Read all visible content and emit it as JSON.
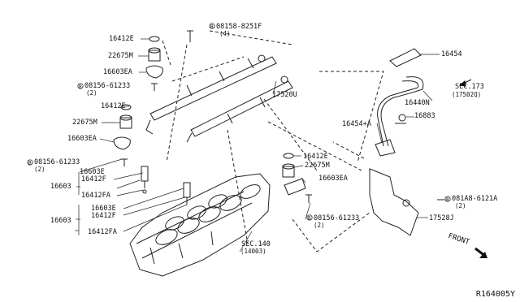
{
  "labels": {
    "l16412E_1": "16412E",
    "bolt_top_code": "08158-8251F",
    "bolt_top_qty": "(4)",
    "l22675M_1": "22675M",
    "l16603EA_1": "16603EA",
    "bolt_left_code": "08156-61233",
    "bolt_left_qty": "(2)",
    "l16412E_2": "16412E",
    "l22675M_2": "22675M",
    "l16603EA_2": "16603EA",
    "bolt_left2_code": "08156-61233",
    "bolt_left2_qty": "(2)",
    "l16603E_1": "16603E",
    "l16412F_1": "16412F",
    "l16603_1": "16603",
    "l16412FA_1": "16412FA",
    "l16603E_2": "16603E",
    "l16412F_2": "16412F",
    "l16603_2": "16603",
    "l16412FA_2": "16412FA",
    "l17520U": "17520U",
    "l16412E_3": "16412E",
    "l22675M_3": "22675M",
    "l16603EA_3": "16603EA",
    "bolt_mid_code": "08156-61233",
    "bolt_mid_qty": "(2)",
    "sec140": "SEC.140",
    "sec140_sub": "(14003)",
    "l16454": "16454",
    "sec173": "SEC.173",
    "sec173_sub": "(17502Q)",
    "l16440N": "16440N",
    "l16454A": "16454+A",
    "l16883": "16883",
    "bolt_right_code": "081A8-6121A",
    "bolt_right_qty": "(2)",
    "l17528J": "17528J",
    "front": "FRONT",
    "diagram_code": "R164005Y"
  },
  "icons": [
    "circled-b-icon",
    "front-arrow-icon"
  ]
}
